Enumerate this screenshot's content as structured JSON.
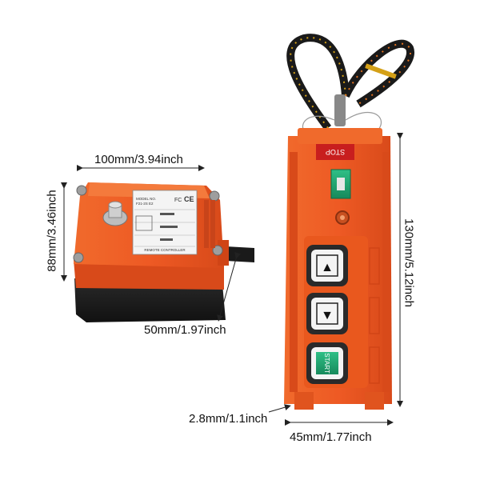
{
  "receiver": {
    "width_label": "100mm/3.94inch",
    "height_label": "88mm/3.46inch",
    "depth_label": "50mm/1.97inch",
    "model_text": "MODEL NO.",
    "model_value": "F21-2S E2",
    "product_name": "REMOTE CONTROLLER",
    "ce_mark": "CE",
    "fc_mark": "FC"
  },
  "transmitter": {
    "height_label": "130mm/5.12inch",
    "width_label": "45mm/1.77inch",
    "thickness_label": "2.8mm/1.1inch",
    "stop_label": "STOP",
    "start_label": "START",
    "up_symbol": "▲",
    "down_symbol": "▼"
  },
  "colors": {
    "body_orange": "#ee5a24",
    "dark_orange": "#c8441a",
    "black_base": "#1c1c1c",
    "green": "#1f9a6a",
    "button_grey": "#2e2e2e"
  }
}
